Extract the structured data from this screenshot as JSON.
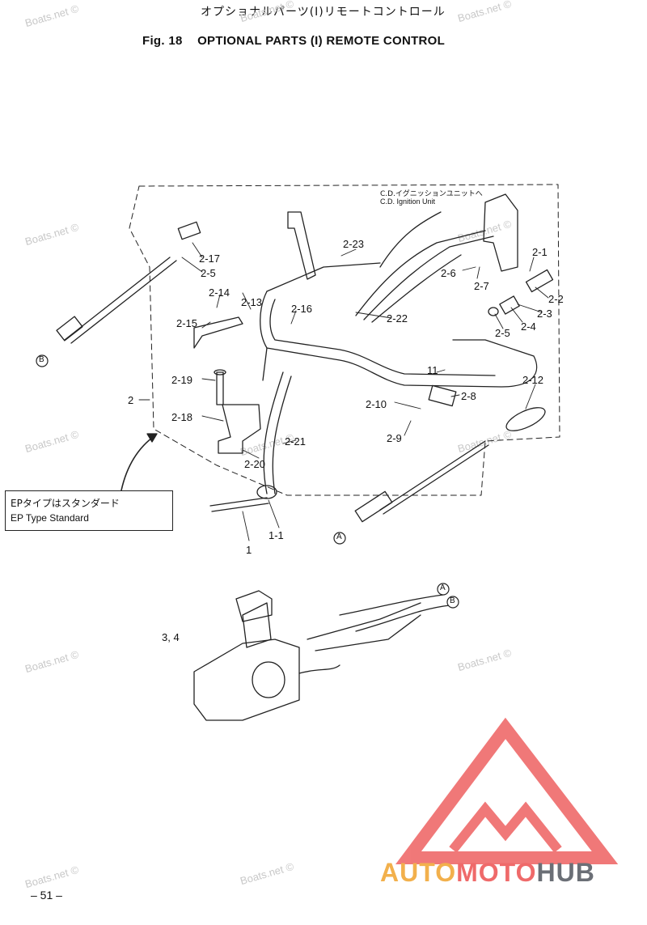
{
  "header": {
    "title_jp": "オプショナルパーツ(I)リモートコントロール",
    "fig_number": "Fig. 18",
    "title_en": "OPTIONAL PARTS (I) REMOTE CONTROL"
  },
  "callouts": {
    "c2_17": "2-17",
    "c2_5a": "2-5",
    "c2_14": "2-14",
    "c2_13": "2-13",
    "c2_15": "2-15",
    "c2_16": "2-16",
    "c2_23": "2-23",
    "c2_22": "2-22",
    "c2_6": "2-6",
    "c2_7": "2-7",
    "c2_1": "2-1",
    "c2_2": "2-2",
    "c2_3": "2-3",
    "c2_4": "2-4",
    "c2_5b": "2-5",
    "c2_19": "2-19",
    "c2_18": "2-18",
    "c2_20": "2-20",
    "c2_21": "2-21",
    "c2_10": "2-10",
    "c2_9": "2-9",
    "c2_8": "2-8",
    "c11": "11",
    "c2_12": "2-12",
    "c2": "2",
    "c1_1": "1-1",
    "c1": "1",
    "c3_4": "3, 4"
  },
  "markers": {
    "a": "A",
    "b": "B"
  },
  "cd_note": {
    "jp": "C.D.イグニッションユニットへ",
    "en": "C.D. Ignition Unit"
  },
  "ep_note": {
    "jp": "EPタイプはスタンダード",
    "en": "EP Type Standard"
  },
  "watermark": "Boats.net ©",
  "page_number": "– 51 –",
  "logo": {
    "part1": "AUTO",
    "part2": "MOTO",
    "part3": "HUB"
  },
  "colors": {
    "logo_auto": "#f2b04c",
    "logo_moto": "#ef6a6a",
    "logo_hub": "#6b6f76",
    "logo_triangle": "#ef6a6a"
  }
}
